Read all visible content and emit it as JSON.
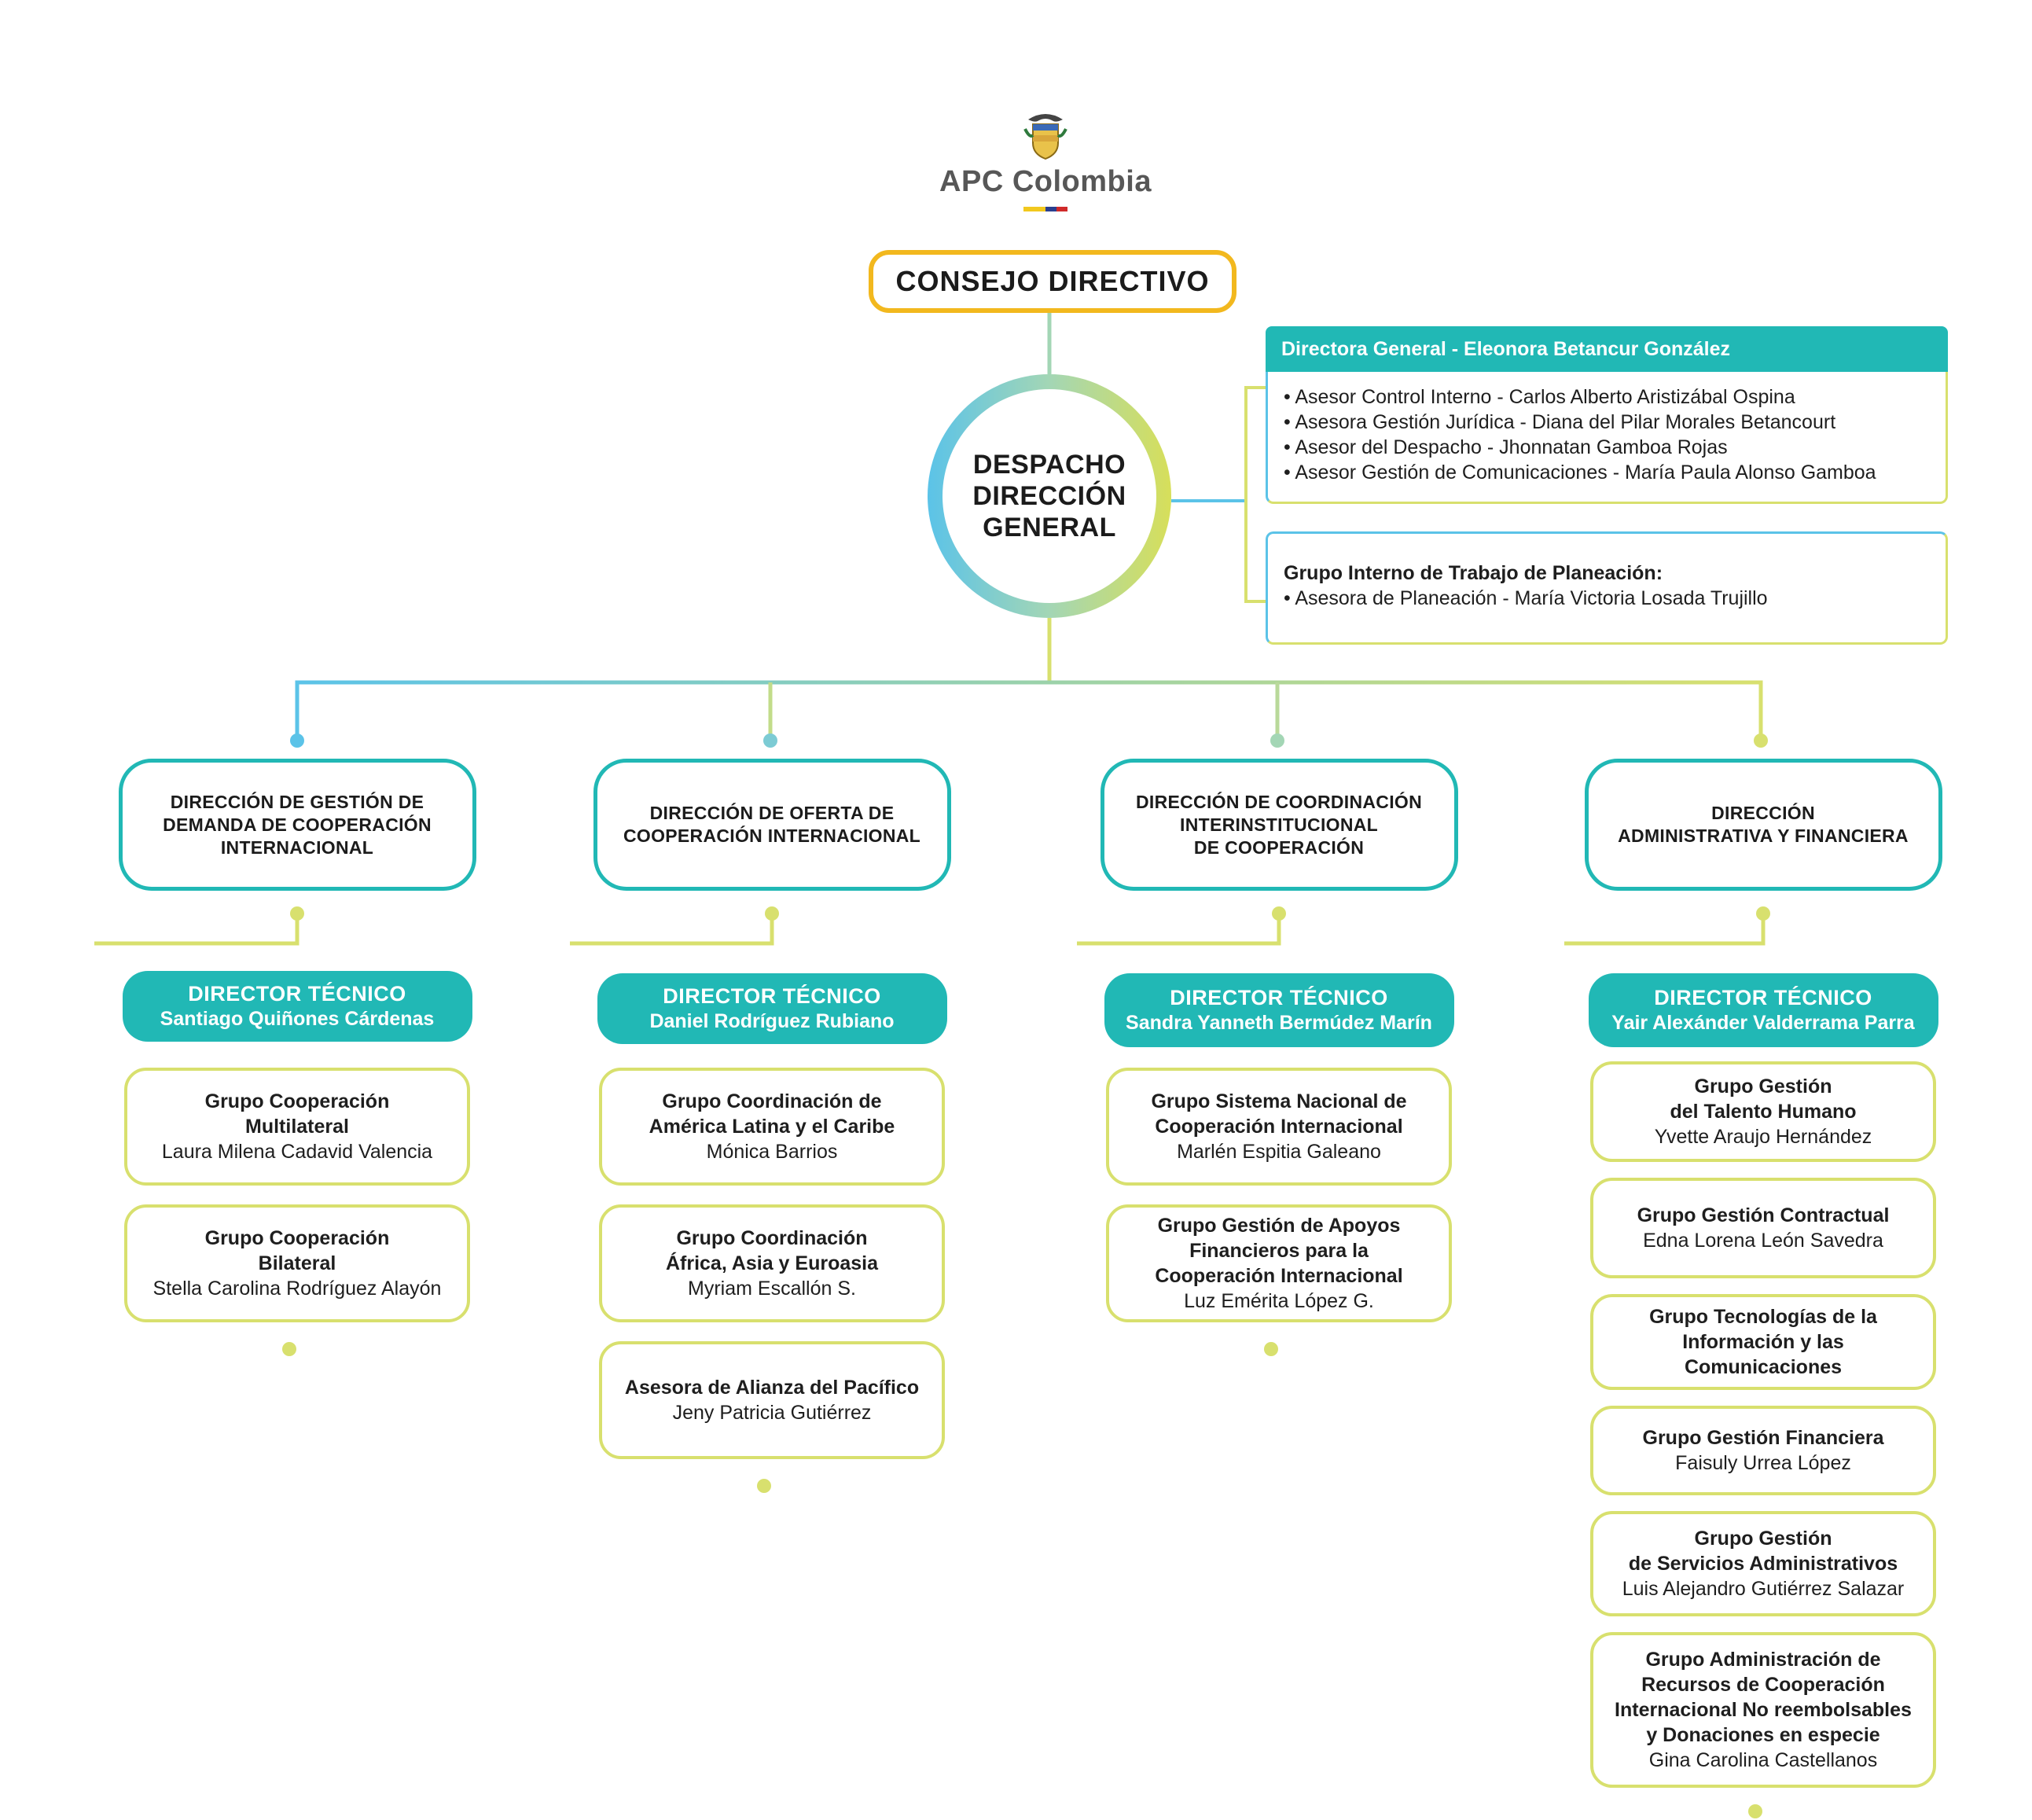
{
  "header": {
    "logo_icon": "colombia-coat-of-arms-icon",
    "title": "APC Colombia",
    "flag_colors": [
      "#f2c81e",
      "#2a3f8f",
      "#d02a2a"
    ]
  },
  "colors": {
    "teal": "#21b8b5",
    "yellow": "#f2b81e",
    "lime": "#d8e06e",
    "sky": "#5bc3e8"
  },
  "consejo": "CONSEJO DIRECTIVO",
  "despacho": [
    "DESPACHO",
    "DIRECCIÓN",
    "GENERAL"
  ],
  "directora": {
    "header": "Directora General - Eleonora Betancur González",
    "advisors": [
      "• Asesor Control Interno - Carlos Alberto Aristizábal Ospina",
      "• Asesora Gestión Jurídica - Diana del Pilar Morales Betancourt",
      "• Asesor del Despacho - Jhonnatan Gamboa Rojas",
      "• Asesor Gestión de Comunicaciones - María Paula Alonso Gamboa"
    ]
  },
  "planeacion": {
    "title": "Grupo Interno de Trabajo de Planeación:",
    "item": "• Asesora de Planeación - María Victoria Losada Trujillo"
  },
  "directions": [
    {
      "name": "DIRECCIÓN DE GESTIÓN DE\nDEMANDA DE COOPERACIÓN\nINTERNACIONAL",
      "tech_label": "DIRECTOR TÉCNICO",
      "tech_name": "Santiago Quiñones Cárdenas",
      "groups": [
        {
          "title": "Grupo Cooperación\nMultilateral",
          "name": "Laura Milena Cadavid Valencia"
        },
        {
          "title": "Grupo Cooperación\nBilateral",
          "name": "Stella Carolina Rodríguez Alayón"
        }
      ]
    },
    {
      "name": "DIRECCIÓN DE OFERTA DE\nCOOPERACIÓN INTERNACIONAL",
      "tech_label": "DIRECTOR TÉCNICO",
      "tech_name": "Daniel Rodríguez Rubiano",
      "groups": [
        {
          "title": "Grupo Coordinación de\nAmérica Latina y el Caribe",
          "name": "Mónica Barrios"
        },
        {
          "title": "Grupo Coordinación\nÁfrica, Asia y Euroasia",
          "name": "Myriam Escallón S."
        },
        {
          "title": "Asesora de Alianza del Pacífico",
          "name": "Jeny Patricia Gutiérrez"
        }
      ]
    },
    {
      "name": "DIRECCIÓN DE COORDINACIÓN\nINTERINSTITUCIONAL\nDE COOPERACIÓN",
      "tech_label": "DIRECTOR TÉCNICO",
      "tech_name": "Sandra Yanneth Bermúdez Marín",
      "groups": [
        {
          "title": "Grupo Sistema Nacional de\nCooperación Internacional",
          "name": "Marlén Espitia Galeano"
        },
        {
          "title": "Grupo Gestión de Apoyos\nFinancieros para la\nCooperación Internacional",
          "name": "Luz Emérita López G."
        }
      ]
    },
    {
      "name": "DIRECCIÓN\nADMINISTRATIVA Y FINANCIERA",
      "tech_label": "DIRECTOR TÉCNICO",
      "tech_name": "Yair Alexánder Valderrama Parra",
      "groups": [
        {
          "title": "Grupo Gestión\ndel Talento Humano",
          "name": "Yvette Araujo Hernández"
        },
        {
          "title": "Grupo Gestión Contractual",
          "name": "Edna Lorena León Savedra"
        },
        {
          "title": "Grupo Tecnologías de la\nInformación y las Comunicaciones",
          "name": ""
        },
        {
          "title": "Grupo Gestión Financiera",
          "name": "Faisuly Urrea López"
        },
        {
          "title": "Grupo Gestión\nde Servicios Administrativos",
          "name": "Luis Alejandro Gutiérrez Salazar"
        },
        {
          "title": "Grupo Administración de\nRecursos de Cooperación\nInternacional No reembolsables\ny Donaciones en especie",
          "name": "Gina Carolina Castellanos"
        }
      ]
    }
  ]
}
